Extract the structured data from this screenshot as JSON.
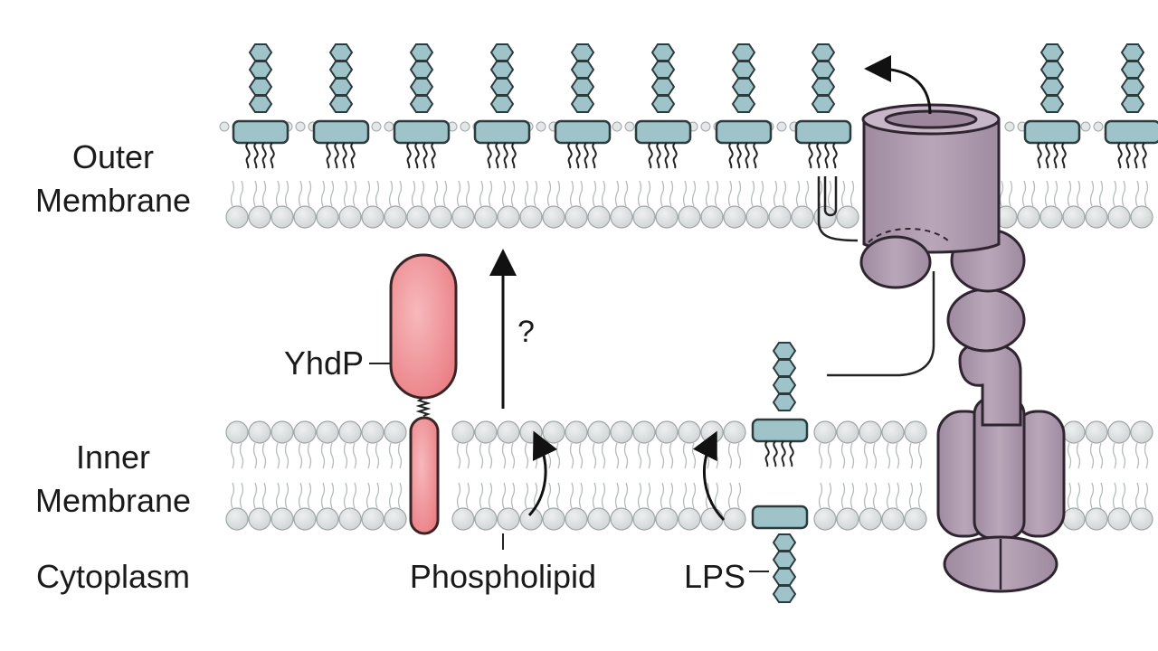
{
  "labels": {
    "outer_membrane_line1": "Outer",
    "outer_membrane_line2": "Membrane",
    "inner_membrane_line1": "Inner",
    "inner_membrane_line2": "Membrane",
    "cytoplasm": "Cytoplasm",
    "yhdp": "YhdP",
    "question": "?",
    "phospholipid": "Phospholipid",
    "lps": "LPS"
  },
  "colors": {
    "lipid_head": "#d9dcdc",
    "lipid_outline": "#9fa6a6",
    "lps_core": "#9ec3c9",
    "lps_outline": "#2b3b3e",
    "yhdp_fill": "#ef8e93",
    "yhdp_outline": "#3a2426",
    "lpt_fill": "#ab97ab",
    "lpt_outline": "#2f2530",
    "text": "#1a1a1a"
  }
}
